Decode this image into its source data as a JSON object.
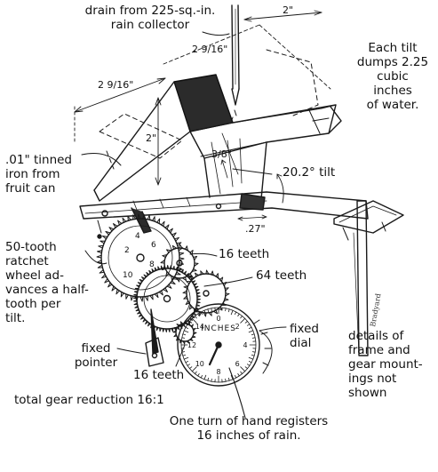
{
  "labels": {
    "drain": "drain from 225-sq.-in.\nrain collector",
    "dim_top": "2\"",
    "dim_top_slant": "2 9/16\"",
    "each_tilt": "Each tilt\ndumps 2.25\ncubic\ninches\nof water.",
    "dim_left": "2 9/16\"",
    "dim_vert": "2\"",
    "tinned_iron": ".01\" tinned\niron from\nfruit can",
    "dim_small": "3/8\"",
    "tilt_angle": "20.2° tilt",
    "dim_27": ".27\"",
    "ratchet": "50-tooth\nratchet\nwheel ad-\nvances a half-\ntooth per\ntilt.",
    "teeth_16_top": "16 teeth",
    "teeth_64": "64 teeth",
    "fixed_dial": "fixed\ndial",
    "details": "details of\nframe and\ngear mount-\nings not shown",
    "fixed_pointer": "fixed\npointer",
    "teeth_16_bottom": "16 teeth",
    "gear_reduction": "total gear reduction 16:1",
    "one_turn": "One turn of hand registers\n16 inches of rain.",
    "dial_word": "INCHES",
    "signature": "Bradyard"
  },
  "dial_numbers": [
    "0",
    "2",
    "4",
    "6",
    "8",
    "10",
    "12",
    "14"
  ],
  "ratchet_numbers": [
    "2",
    "4",
    "6",
    "8",
    "10"
  ]
}
